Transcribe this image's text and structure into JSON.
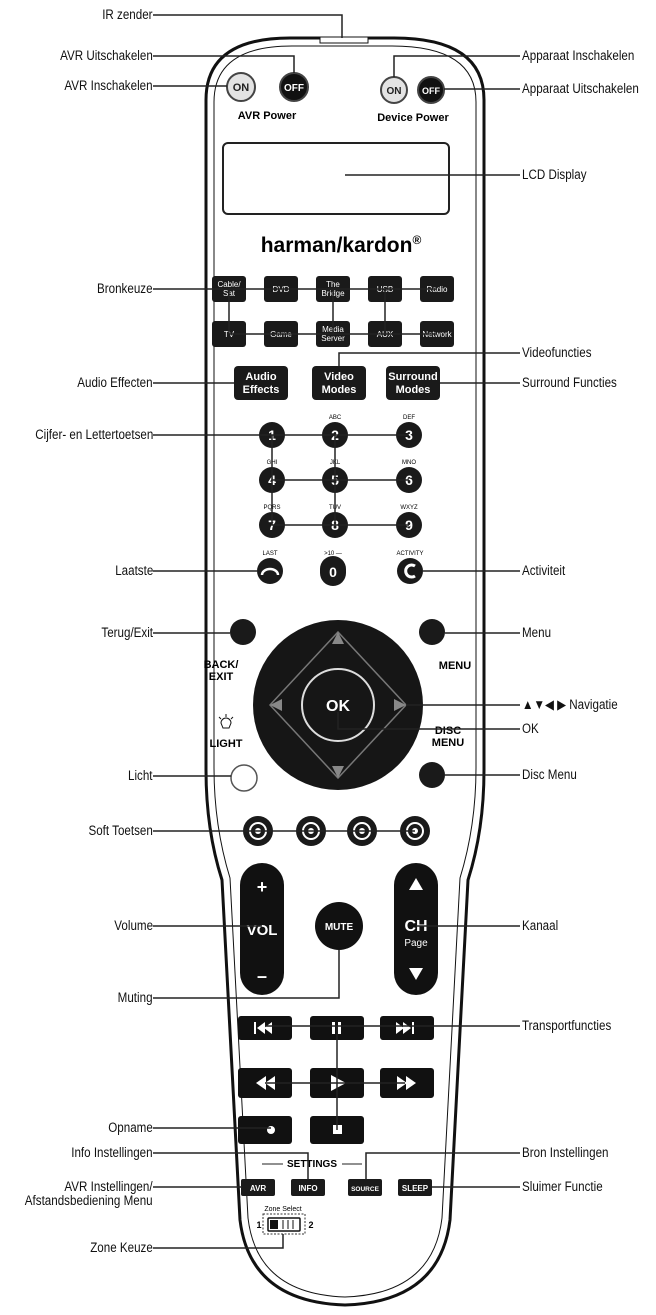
{
  "callouts": {
    "ir_zender": "IR zender",
    "avr_uitschakelen": "AVR Uitschakelen",
    "avr_inschakelen": "AVR Inschakelen",
    "apparaat_inschakelen": "Apparaat Inschakelen",
    "apparaat_uitschakelen": "Apparaat Uitschakelen",
    "lcd_display": "LCD Display",
    "bronkeuze": "Bronkeuze",
    "videofuncties": "Videofuncties",
    "audio_effecten": "Audio Effecten",
    "surround_functies": "Surround Functies",
    "cijfer_lettertoetsen": "Cijfer- en Lettertoetsen",
    "laatste": "Laatste",
    "activiteit": "Activiteit",
    "terug_exit": "Terug/Exit",
    "menu": "Menu",
    "navigatie": "▲▼◀ ▶ Navigatie",
    "ok": "OK",
    "licht": "Licht",
    "disc_menu": "Disc Menu",
    "soft_toetsen": "Soft Toetsen",
    "volume": "Volume",
    "kanaal": "Kanaal",
    "muting": "Muting",
    "transportfuncties": "Transportfuncties",
    "opname": "Opname",
    "info_instellingen": "Info Instellingen",
    "bron_instellingen": "Bron Instellingen",
    "avr_instellingen_1": "AVR Instellingen/",
    "avr_instellingen_2": "Afstandsbediening Menu",
    "sluimer_functie": "Sluimer Functie",
    "zone_keuze": "Zone Keuze"
  },
  "remote": {
    "brand": "harman/kardon",
    "brand_mark": "®",
    "power": {
      "avr_on": "ON",
      "avr_off": "OFF",
      "avr_label": "AVR Power",
      "dev_on": "ON",
      "dev_off": "OFF",
      "dev_label": "Device Power"
    },
    "sources_row1": [
      [
        "Cable/",
        "Sat"
      ],
      [
        "DVD",
        ""
      ],
      [
        "The",
        "Bridge"
      ],
      [
        "USB",
        ""
      ],
      [
        "Radio",
        ""
      ]
    ],
    "sources_row2": [
      [
        "TV",
        ""
      ],
      [
        "Game",
        ""
      ],
      [
        "Media",
        "Server"
      ],
      [
        "AUX",
        ""
      ],
      [
        "Network",
        ""
      ]
    ],
    "modes": {
      "audio": [
        "Audio",
        "Effects"
      ],
      "video": [
        "Video",
        "Modes"
      ],
      "surround": [
        "Surround",
        "Modes"
      ]
    },
    "keypad": {
      "letters": [
        "",
        "ABC",
        "DEF",
        "GHI",
        "JKL",
        "MNO",
        "PQRS",
        "TUV",
        "WXYZ"
      ],
      "digits": [
        "1",
        "2",
        "3",
        "4",
        "5",
        "6",
        "7",
        "8",
        "9"
      ],
      "last": "LAST",
      "zero_caption": ">10 —",
      "zero": "0",
      "activity": "ACTIVITY"
    },
    "back_exit": [
      "BACK/",
      "EXIT"
    ],
    "menu": "MENU",
    "ok": "OK",
    "disc_menu": [
      "DISC",
      "MENU"
    ],
    "light": "LIGHT",
    "vol_plus": "+",
    "vol": "VOL",
    "vol_minus": "–",
    "mute": "MUTE",
    "ch": "CH",
    "ch_page": "Page",
    "settings": "SETTINGS",
    "settings_buttons": {
      "avr": "AVR",
      "info": "INFO",
      "source": "SOURCE",
      "sleep": "SLEEP"
    },
    "zone_select": "Zone Select",
    "zone_1": "1",
    "zone_2": "2"
  }
}
